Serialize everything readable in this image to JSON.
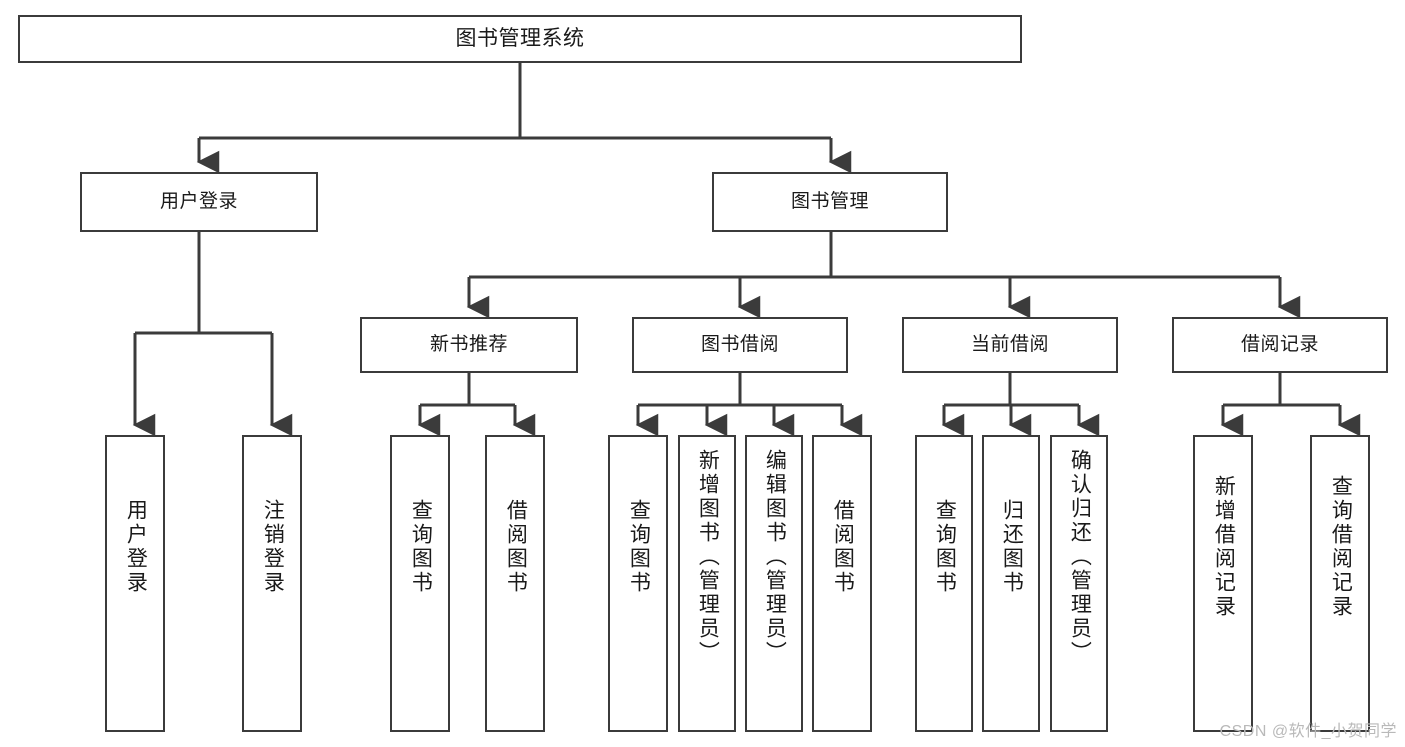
{
  "diagram": {
    "type": "tree",
    "title": "图书管理系统",
    "colors": {
      "box_border": "#3b3b3b",
      "box_fill": "#ffffff",
      "connector": "#3b3b3b",
      "text": "#1a1a1a",
      "watermark": "#b9b9b9",
      "background": "#ffffff"
    },
    "root": {
      "label": "图书管理系统"
    },
    "level1": [
      {
        "label": "用户登录"
      },
      {
        "label": "图书管理"
      }
    ],
    "level2": [
      {
        "label": "新书推荐"
      },
      {
        "label": "图书借阅"
      },
      {
        "label": "当前借阅"
      },
      {
        "label": "借阅记录"
      }
    ],
    "leaves": [
      {
        "label": "用户登录",
        "parent": "用户登录"
      },
      {
        "label": "注销登录",
        "parent": "用户登录"
      },
      {
        "label": "查询图书",
        "parent": "新书推荐"
      },
      {
        "label": "借阅图书",
        "parent": "新书推荐"
      },
      {
        "label": "查询图书",
        "parent": "图书借阅"
      },
      {
        "label": "新增图书（管理员）",
        "parent": "图书借阅"
      },
      {
        "label": "编辑图书（管理员）",
        "parent": "图书借阅"
      },
      {
        "label": "借阅图书",
        "parent": "图书借阅"
      },
      {
        "label": "查询图书",
        "parent": "当前借阅"
      },
      {
        "label": "归还图书",
        "parent": "当前借阅"
      },
      {
        "label": "确认归还（管理员）",
        "parent": "当前借阅"
      },
      {
        "label": "新增借阅记录",
        "parent": "借阅记录"
      },
      {
        "label": "查询借阅记录",
        "parent": "借阅记录"
      }
    ]
  },
  "watermark": {
    "text": "CSDN @软件_小贺同学"
  }
}
